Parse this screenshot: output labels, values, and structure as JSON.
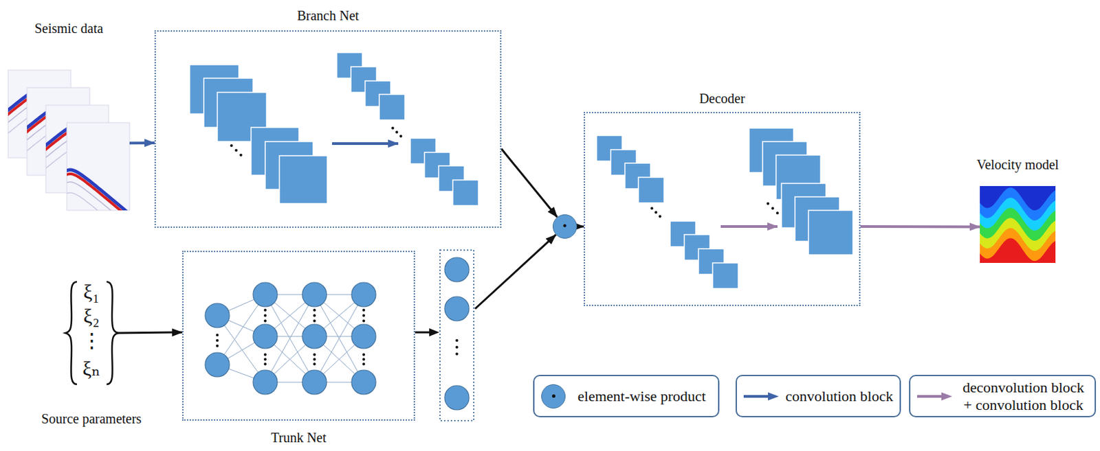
{
  "diagram": {
    "nodes": [
      {
        "text": [
          "Seismic data"
        ]
      },
      {
        "text": [
          "Branch Net"
        ]
      },
      {
        "text": [
          "ξ₁",
          "ξ₂",
          "⋮",
          "ξₙ",
          "Source parameters"
        ]
      },
      {
        "text": [
          "Trunk Net"
        ]
      },
      {
        "text": [
          "·"
        ]
      },
      {
        "text": [
          "Decoder"
        ]
      },
      {
        "text": [
          "Velocity model"
        ]
      }
    ],
    "edges": [
      {
        "from": 0,
        "to": 1,
        "arrow": "to"
      },
      {
        "from": 1,
        "to": 4,
        "arrow": "to"
      },
      {
        "from": 4,
        "to": 5,
        "arrow": "to"
      },
      {
        "from": 5,
        "to": 6,
        "arrow": "to"
      },
      {
        "from": 2,
        "to": 3,
        "arrow": "to"
      },
      {
        "from": 3,
        "to": 4,
        "arrow": "to"
      }
    ],
    "legend": [
      {
        "text": "element-wise product",
        "color": "#5b9bd5"
      },
      {
        "text": "convolution block"
      },
      {
        "text": "deconvolution block + convolution block"
      }
    ]
  }
}
